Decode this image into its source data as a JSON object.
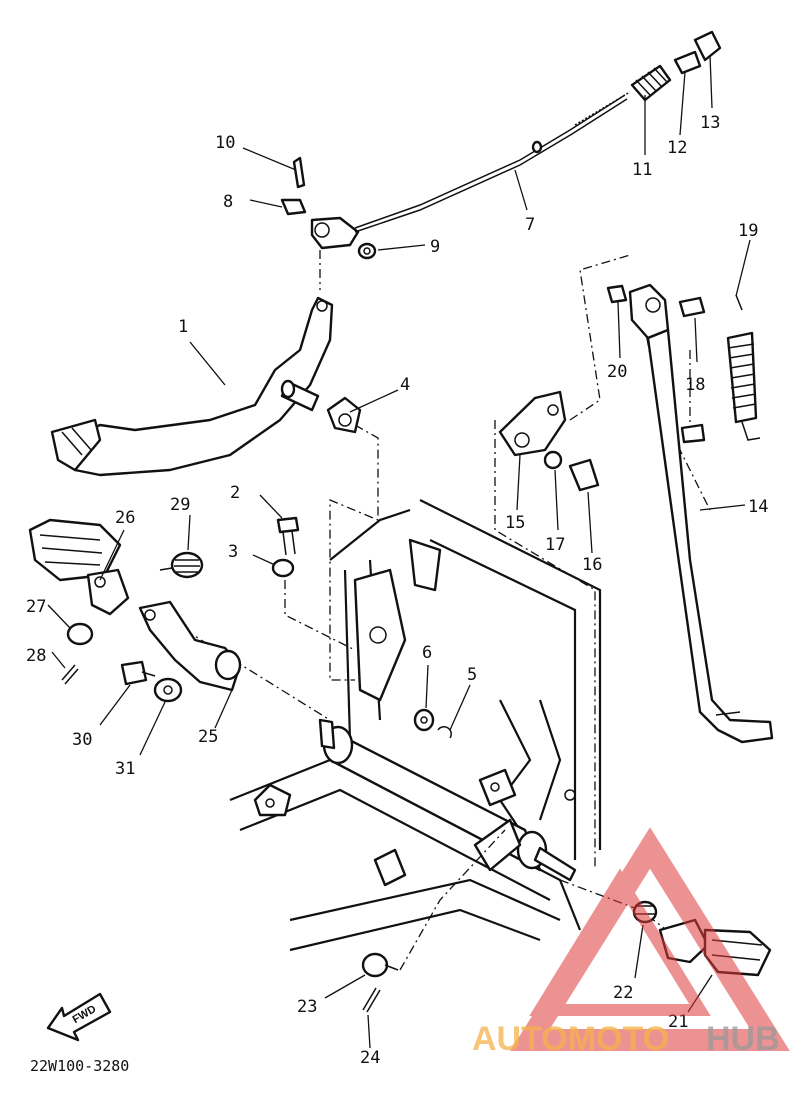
{
  "diagram": {
    "drawing_code": "22W100-3280",
    "fwd_label": "FWD",
    "watermark": {
      "text_a": "AUTOMOTO",
      "text_b": "HUB",
      "color_a": "#f5b24a",
      "color_b": "#999999",
      "triangle_color": "#e03a3a"
    },
    "part_labels": [
      "1",
      "2",
      "3",
      "4",
      "5",
      "6",
      "7",
      "8",
      "9",
      "10",
      "11",
      "12",
      "13",
      "14",
      "15",
      "16",
      "17",
      "18",
      "19",
      "20",
      "21",
      "22",
      "23",
      "24",
      "25",
      "26",
      "27",
      "28",
      "29",
      "30",
      "31"
    ]
  }
}
